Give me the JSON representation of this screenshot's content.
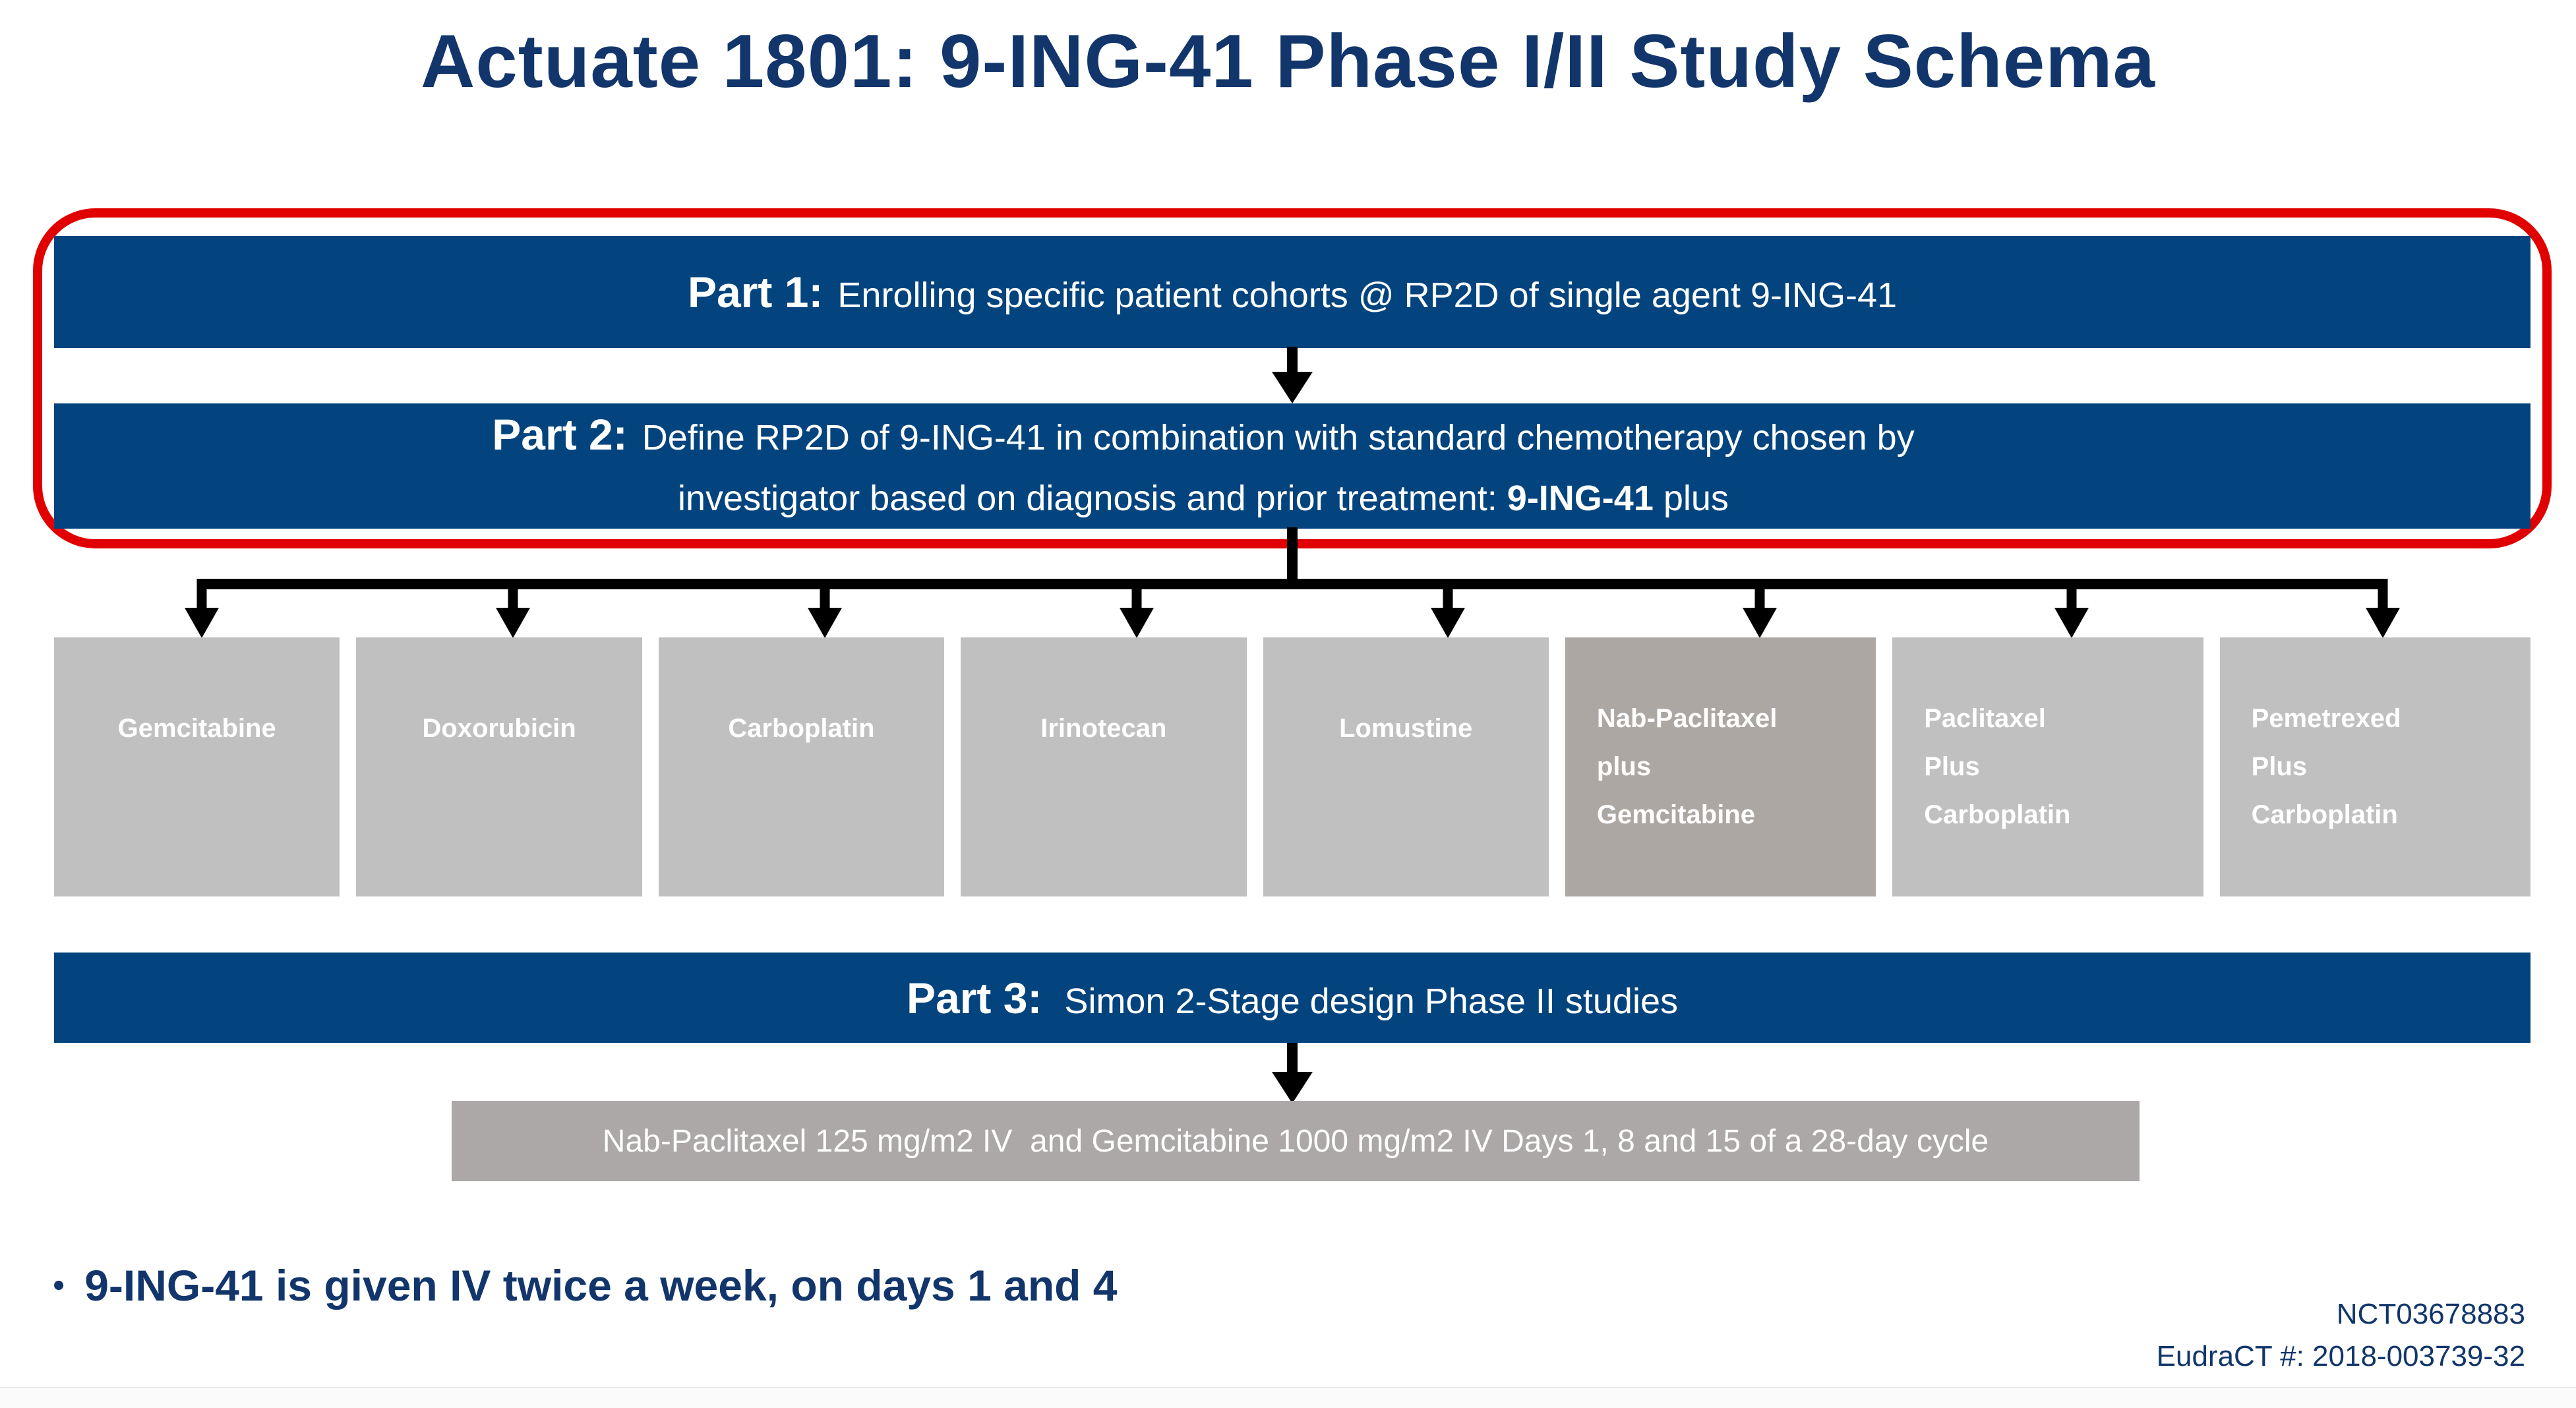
{
  "title": "Actuate 1801: 9-ING-41 Phase I/II Study Schema",
  "part1": {
    "label": "Part 1:",
    "text": "Enrolling specific patient cohorts @ RP2D of single agent 9-ING-41"
  },
  "part2": {
    "label": "Part 2:",
    "line1": "Define RP2D of 9-ING-41 in combination with standard chemotherapy chosen by",
    "line2_prefix": "investigator based on diagnosis and prior treatment: ",
    "line2_bold": "9-ING-41",
    "line2_suffix": " plus"
  },
  "chemo_boxes": [
    {
      "lines": [
        "Gemcitabine"
      ],
      "variant": "light"
    },
    {
      "lines": [
        "Doxorubicin"
      ],
      "variant": "light"
    },
    {
      "lines": [
        "Carboplatin"
      ],
      "variant": "light"
    },
    {
      "lines": [
        "Irinotecan"
      ],
      "variant": "light"
    },
    {
      "lines": [
        "Lomustine"
      ],
      "variant": "light"
    },
    {
      "lines": [
        "Nab-Paclitaxel",
        "plus",
        "Gemcitabine"
      ],
      "variant": "dark"
    },
    {
      "lines": [
        "Paclitaxel",
        "Plus",
        "Carboplatin"
      ],
      "variant": "light"
    },
    {
      "lines": [
        "Pemetrexed",
        "Plus",
        "Carboplatin"
      ],
      "variant": "light"
    }
  ],
  "part3": {
    "label": "Part 3:",
    "text": "Simon 2-Stage design Phase II studies"
  },
  "regimen_box": {
    "text": "Nab-Paclitaxel 125 mg/m2 IV  and Gemcitabine 1000 mg/m2 IV Days 1, 8 and 15 of a 28-day cycle"
  },
  "bullet": {
    "marker": "•",
    "text": "9-ING-41 is given IV twice a week, on days 1 and 4"
  },
  "footer": {
    "nct": "NCT03678883",
    "eudract": "EudraCT #: 2018-003739-32"
  },
  "colors": {
    "navy_bar": "#04447E",
    "navy_text": "#12366B",
    "red_outline": "#E00000",
    "box_light": "#C1C0C0",
    "box_dark": "#ADA7A4",
    "regimen_gray": "#ACA8A8"
  }
}
